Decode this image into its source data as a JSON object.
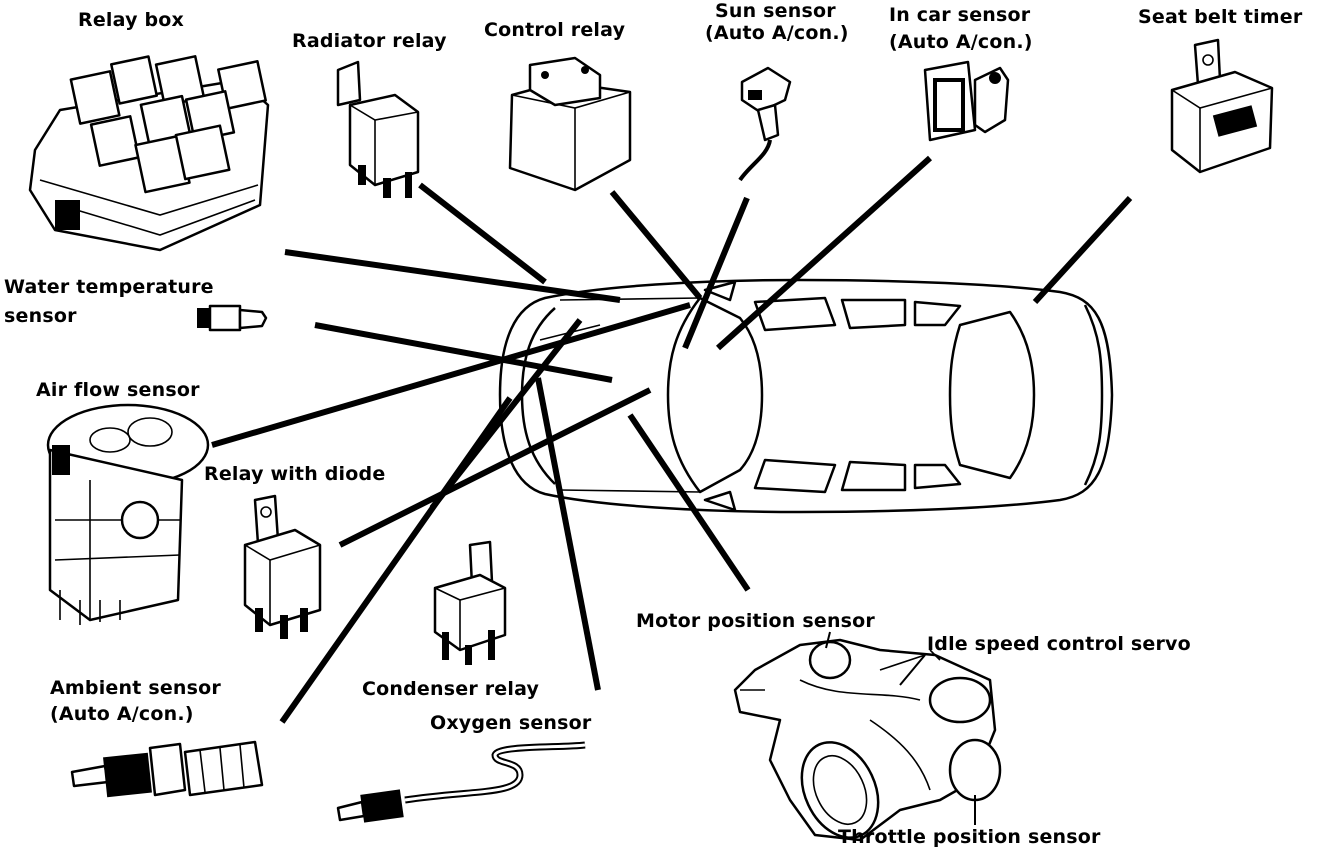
{
  "labels": {
    "relay_box": "Relay box",
    "radiator_relay": "Radiator relay",
    "control_relay": "Control relay",
    "sun_sensor_1": "Sun sensor",
    "sun_sensor_2": "(Auto A/con.)",
    "in_car_sensor_1": "In car sensor",
    "in_car_sensor_2": "(Auto A/con.)",
    "seat_belt_timer": "Seat belt timer",
    "water_temp_1": "Water temperature",
    "water_temp_2": "sensor",
    "air_flow_sensor": "Air flow sensor",
    "relay_with_diode": "Relay with diode",
    "ambient_sensor_1": "Ambient sensor",
    "ambient_sensor_2": "(Auto A/con.)",
    "condenser_relay": "Condenser relay",
    "oxygen_sensor": "Oxygen sensor",
    "motor_position_sensor": "Motor position sensor",
    "idle_speed_control_servo": "Idle speed control servo",
    "throttle_position_sensor": "Throttle position sensor"
  },
  "colors": {
    "ink": "#000000",
    "paper": "#ffffff"
  }
}
